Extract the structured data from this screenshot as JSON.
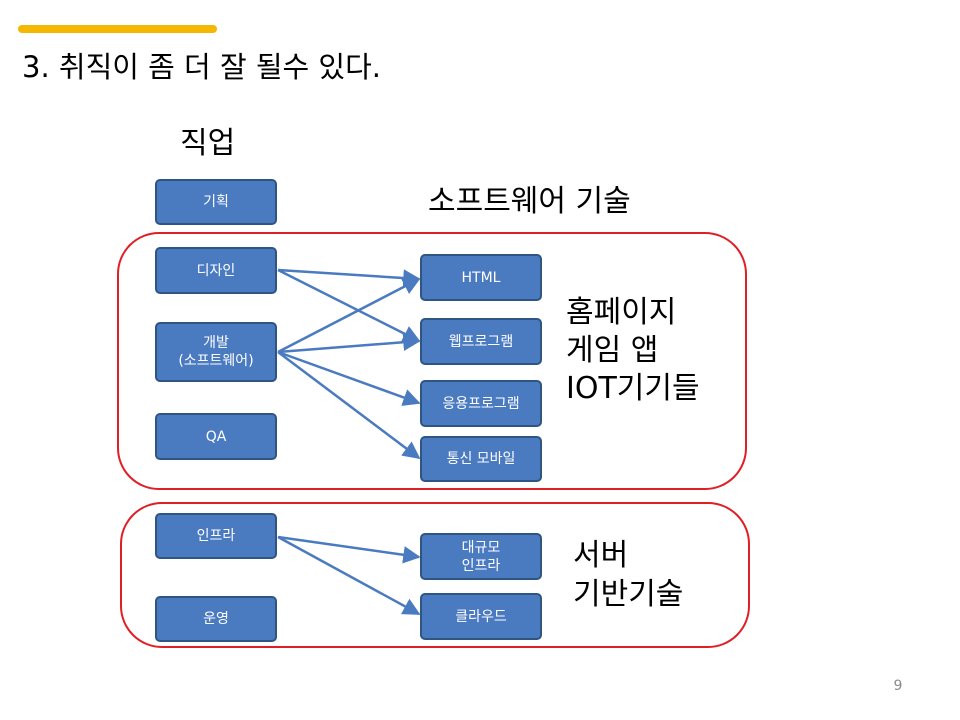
{
  "slide": {
    "title": "3. 취직이 좀 더 잘 될수 있다.",
    "page_number": "9",
    "accent_color": "#f5b800"
  },
  "headings": {
    "jobs": "직업",
    "software_tech": "소프트웨어 기술"
  },
  "job_boxes": {
    "planning": "기획",
    "design": "디자인",
    "dev_line1": "개발",
    "dev_line2": "(소프트웨어)",
    "qa": "QA",
    "infra": "인프라",
    "operations": "운영"
  },
  "tech_boxes": {
    "html": "HTML",
    "web_program": "웹프로그램",
    "app_program": "응용프로그램",
    "mobile": "통신 모바일",
    "large_infra_line1": "대규모",
    "large_infra_line2": "인프라",
    "cloud": "클라우드"
  },
  "software_group": {
    "frame_color": "#e01e25",
    "text_line1": "홈페이지",
    "text_line2": "게임 앱",
    "text_line3": "IOT기기들"
  },
  "server_group": {
    "frame_color": "#e01e25",
    "text_line1": "서버",
    "text_line2": "기반기술"
  },
  "colors": {
    "box_fill": "#4a7ac0",
    "box_border": "#2f5583",
    "arrow": "#4a7ac0"
  },
  "links": [
    {
      "from": "디자인",
      "to": "HTML"
    },
    {
      "from": "디자인",
      "to": "웹프로그램"
    },
    {
      "from": "개발 (소프트웨어)",
      "to": "HTML"
    },
    {
      "from": "개발 (소프트웨어)",
      "to": "웹프로그램"
    },
    {
      "from": "개발 (소프트웨어)",
      "to": "응용프로그램"
    },
    {
      "from": "개발 (소프트웨어)",
      "to": "통신 모바일"
    },
    {
      "from": "인프라",
      "to": "대규모 인프라"
    },
    {
      "from": "인프라",
      "to": "클라우드"
    }
  ]
}
